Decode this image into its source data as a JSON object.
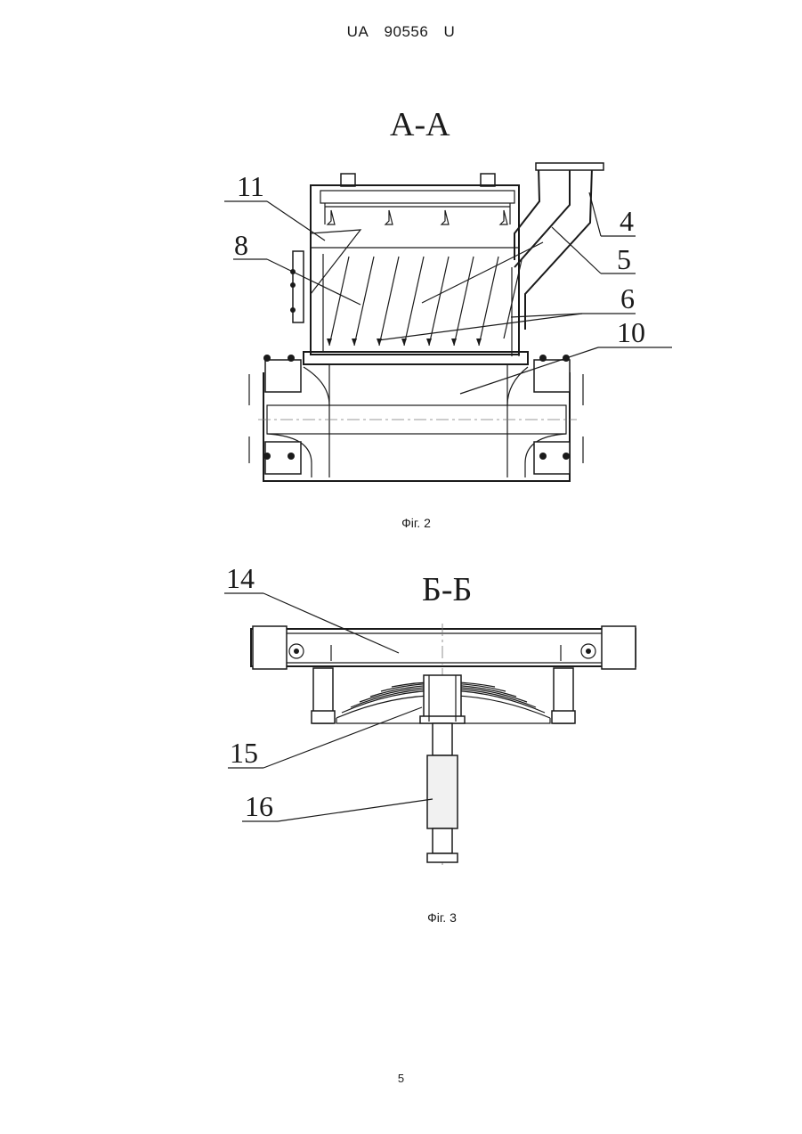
{
  "header": {
    "country": "UA",
    "number": "90556",
    "kind": "U"
  },
  "figure2": {
    "section_title": "А-А",
    "caption": "Фіг. 2",
    "labels": {
      "l11": "11",
      "l8": "8",
      "l4": "4",
      "l5": "5",
      "l6": "6",
      "l10": "10"
    }
  },
  "figure3": {
    "section_title": "Б-Б",
    "caption": "Фіг. 3",
    "labels": {
      "l14": "14",
      "l15": "15",
      "l16": "16"
    }
  },
  "footer": {
    "page_number": "5"
  }
}
